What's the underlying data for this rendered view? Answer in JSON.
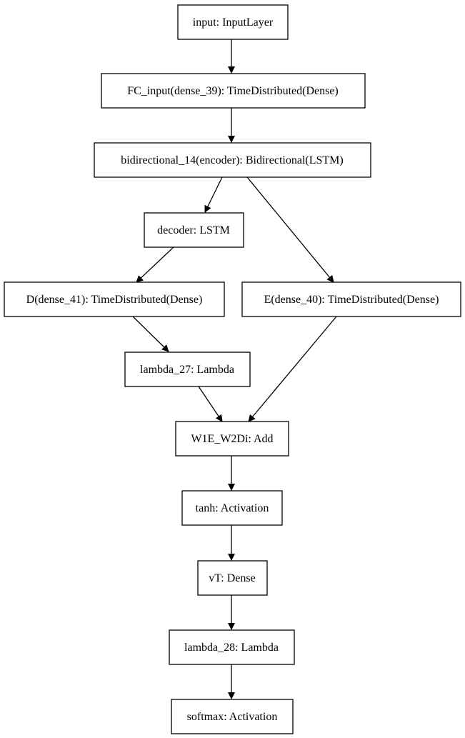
{
  "diagram": {
    "nodes": [
      {
        "id": "input",
        "label": "input: InputLayer"
      },
      {
        "id": "fc_input",
        "label": "FC_input(dense_39): TimeDistributed(Dense)"
      },
      {
        "id": "bidirectional",
        "label": "bidirectional_14(encoder): Bidirectional(LSTM)"
      },
      {
        "id": "decoder",
        "label": "decoder: LSTM"
      },
      {
        "id": "d_dense",
        "label": "D(dense_41): TimeDistributed(Dense)"
      },
      {
        "id": "e_dense",
        "label": "E(dense_40): TimeDistributed(Dense)"
      },
      {
        "id": "lambda_27",
        "label": "lambda_27: Lambda"
      },
      {
        "id": "add",
        "label": "W1E_W2Di: Add"
      },
      {
        "id": "tanh",
        "label": "tanh: Activation"
      },
      {
        "id": "vt",
        "label": "vT: Dense"
      },
      {
        "id": "lambda_28",
        "label": "lambda_28: Lambda"
      },
      {
        "id": "softmax",
        "label": "softmax: Activation"
      }
    ],
    "edges": [
      {
        "from": "input",
        "to": "fc_input"
      },
      {
        "from": "fc_input",
        "to": "bidirectional"
      },
      {
        "from": "bidirectional",
        "to": "decoder"
      },
      {
        "from": "bidirectional",
        "to": "e_dense"
      },
      {
        "from": "decoder",
        "to": "d_dense"
      },
      {
        "from": "d_dense",
        "to": "lambda_27"
      },
      {
        "from": "lambda_27",
        "to": "add"
      },
      {
        "from": "e_dense",
        "to": "add"
      },
      {
        "from": "add",
        "to": "tanh"
      },
      {
        "from": "tanh",
        "to": "vt"
      },
      {
        "from": "vt",
        "to": "lambda_28"
      },
      {
        "from": "lambda_28",
        "to": "softmax"
      }
    ]
  }
}
